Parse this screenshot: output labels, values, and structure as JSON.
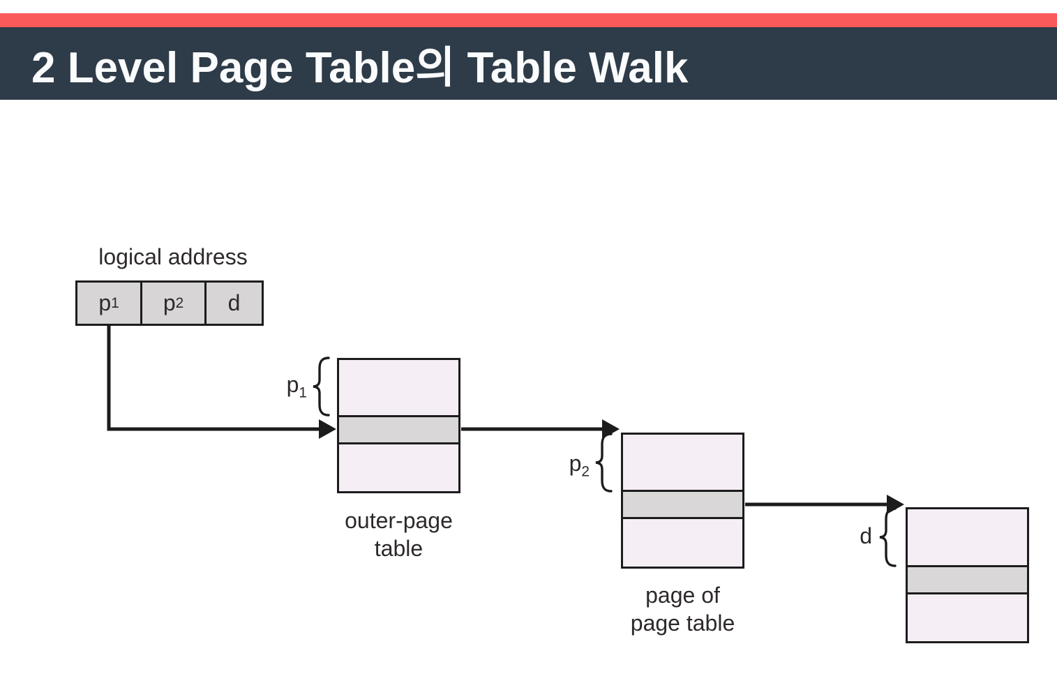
{
  "header": {
    "accent_bar_color": "#fb5a5a",
    "band_color": "#2e3b48",
    "title": "2 Level Page Table의 Table Walk",
    "title_color": "#fafbfc"
  },
  "diagram": {
    "logical_address_label": "logical address",
    "address_fields": [
      {
        "base": "p",
        "sub": "1"
      },
      {
        "base": "p",
        "sub": "2"
      },
      {
        "base": "d",
        "sub": ""
      }
    ],
    "index_labels": [
      {
        "base": "p",
        "sub": "1"
      },
      {
        "base": "p",
        "sub": "2"
      },
      {
        "base": "d",
        "sub": ""
      }
    ],
    "table_labels": {
      "outer_line1": "outer-page",
      "outer_line2": "table",
      "inner_line1": "page of",
      "inner_line2": "page table"
    },
    "colors": {
      "row_light": "#f6eef5",
      "row_highlight": "#d9d7d8",
      "address_cell_fill": "#d7d5d6",
      "line_color": "#1c1c1c",
      "text_color": "#2d292b"
    }
  }
}
